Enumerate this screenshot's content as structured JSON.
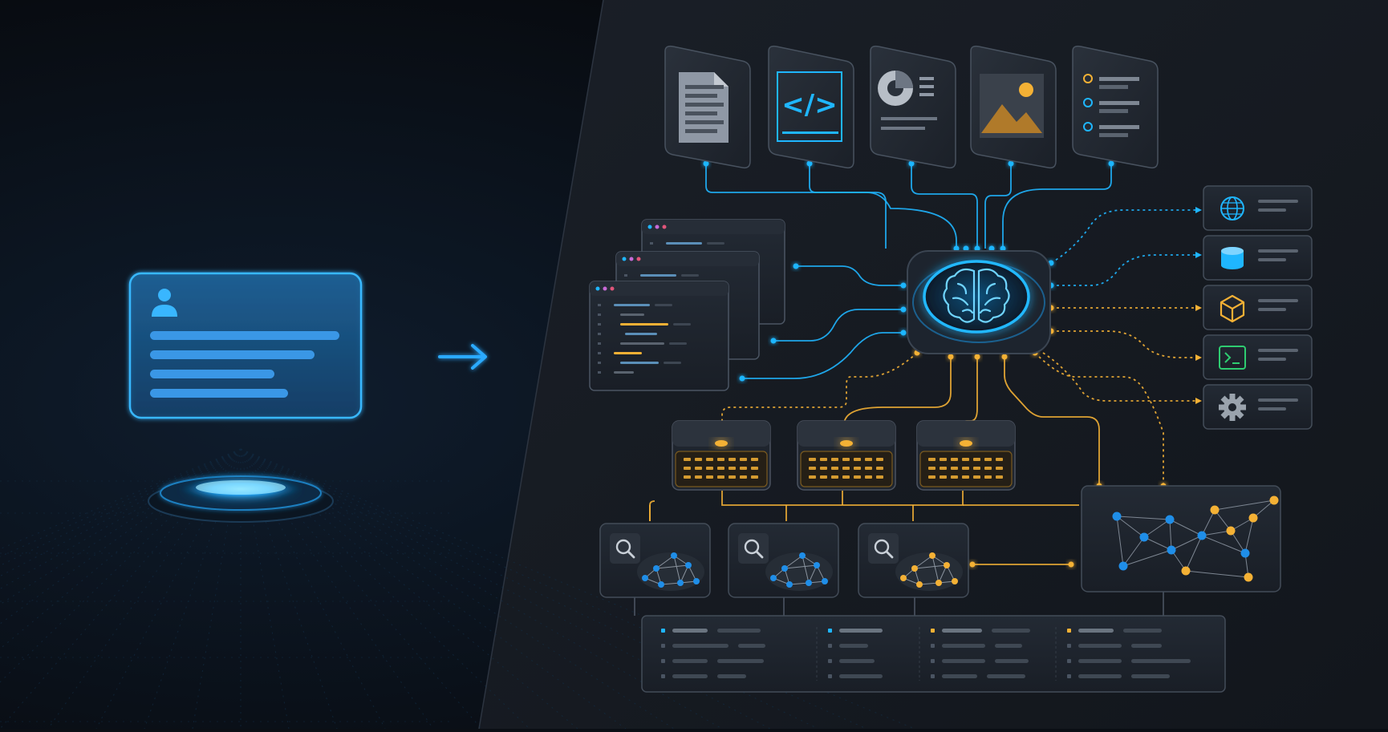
{
  "theme": {
    "background": "#0b0f15",
    "panel": "#1c222b",
    "panel_border": "#3a434f",
    "accent_blue": "#1fb6ff",
    "accent_orange": "#f4b135",
    "bar_gray": "#3d4652"
  },
  "left_panel": {
    "profile_card": {
      "icon": "user-icon",
      "text_lines": 4
    },
    "arrow": {
      "icon": "arrow-right-icon"
    }
  },
  "documents": [
    {
      "name": "text-document",
      "icon": "document-text-icon"
    },
    {
      "name": "code-document",
      "icon": "code-icon"
    },
    {
      "name": "chart-document",
      "icon": "pie-chart-icon"
    },
    {
      "name": "image-document",
      "icon": "image-icon"
    },
    {
      "name": "list-document",
      "icon": "list-icon"
    }
  ],
  "code_windows": [
    {
      "name": "code-window-back"
    },
    {
      "name": "code-window-middle"
    },
    {
      "name": "code-window-front"
    }
  ],
  "brain_core": {
    "icon": "brain-icon"
  },
  "tools": [
    {
      "name": "web-tool",
      "icon": "globe-icon",
      "color": "#1fb6ff"
    },
    {
      "name": "database-tool",
      "icon": "database-icon",
      "color": "#1fb6ff"
    },
    {
      "name": "package-tool",
      "icon": "cube-icon",
      "color": "#f4b135"
    },
    {
      "name": "terminal-tool",
      "icon": "terminal-icon",
      "color": "#2ecc71"
    },
    {
      "name": "settings-tool",
      "icon": "gear-icon",
      "color": "#9aa3ad"
    }
  ],
  "memory_modules": [
    {
      "name": "memory-module-1"
    },
    {
      "name": "memory-module-2"
    },
    {
      "name": "memory-module-3"
    }
  ],
  "search_graphs": [
    {
      "name": "search-graph-1",
      "icon": "search-icon",
      "color": "#1f8ee8"
    },
    {
      "name": "search-graph-2",
      "icon": "search-icon",
      "color": "#1f8ee8"
    },
    {
      "name": "search-graph-3",
      "icon": "search-icon",
      "color": "#f4b135"
    }
  ],
  "knowledge_graph": {
    "icon": "network-graph-icon"
  },
  "results_table": {
    "columns": 4
  }
}
